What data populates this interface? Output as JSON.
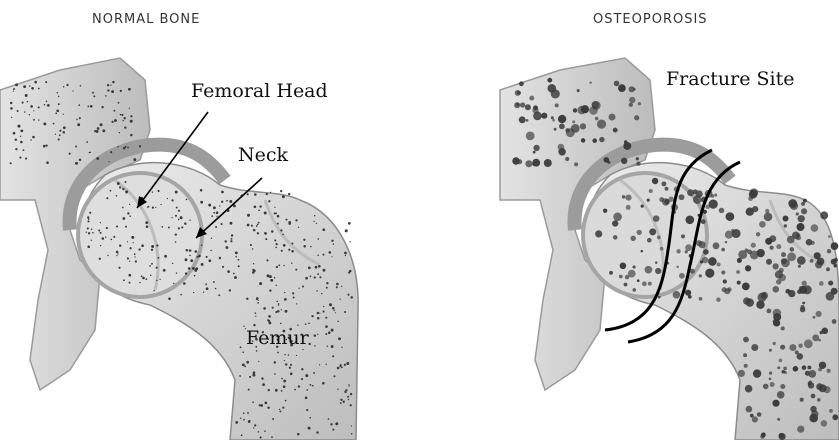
{
  "panels": {
    "normal": {
      "title": "NORMAL BONE"
    },
    "osteoporosis": {
      "title": "OSTEOPOROSIS"
    }
  },
  "labels": {
    "femoral_head": "Femoral Head",
    "neck": "Neck",
    "femur": "Femur",
    "fracture_site": "Fracture Site"
  },
  "colors": {
    "cortex": "#d9d9d9",
    "cancellous": "#c8c8c8",
    "pelvis": "#cfcfcf",
    "cartilage": "#a9a9a9",
    "pores": "#3a3a3a",
    "ink": "#000000"
  }
}
